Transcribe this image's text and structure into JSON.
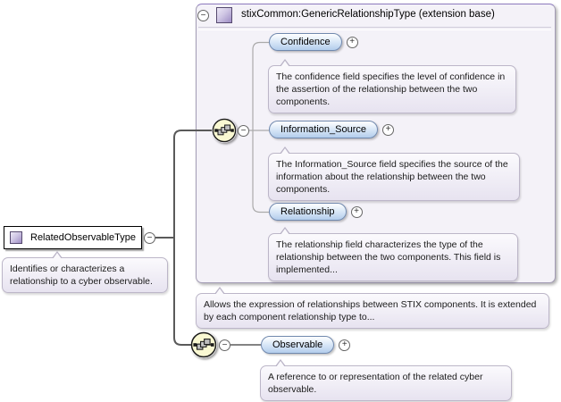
{
  "root": {
    "label": "RelatedObservableType",
    "annotation": "Identifies or characterizes a relationship to a cyber observable."
  },
  "extension_box": {
    "title": "stixCommon:GenericRelationshipType (extension base)",
    "annotation": "Allows the expression of relationships between STIX components. It is extended by each component relationship type to...",
    "elements": [
      {
        "label": "Confidence",
        "annotation": "The confidence field specifies the level of confidence in the assertion of the relationship between the two components."
      },
      {
        "label": "Information_Source",
        "annotation": "The Information_Source field specifies the source of the information about the relationship between the two components."
      },
      {
        "label": "Relationship",
        "annotation": "The relationship field characterizes the type of the relationship between the two components. This field is implemented..."
      }
    ]
  },
  "sequence2_elements": [
    {
      "label": "Observable",
      "annotation": "A reference to or representation of the related cyber observable."
    }
  ],
  "icons": {
    "collapse": "−",
    "expand": "+"
  },
  "colors": {
    "pill_border": "#7189ae",
    "pill_fill": "#b3cdec",
    "box_fill": "#f4f2f8",
    "box_border": "#a39cb5",
    "note_fill": "#e7e3f0",
    "note_border": "#bcb6c8",
    "sequence_fill": "#f9f8d2",
    "complex_type_fill": "#9d8cc4",
    "connector_dark": "#5a5a5a",
    "connector_light": "#aaaaaa"
  }
}
